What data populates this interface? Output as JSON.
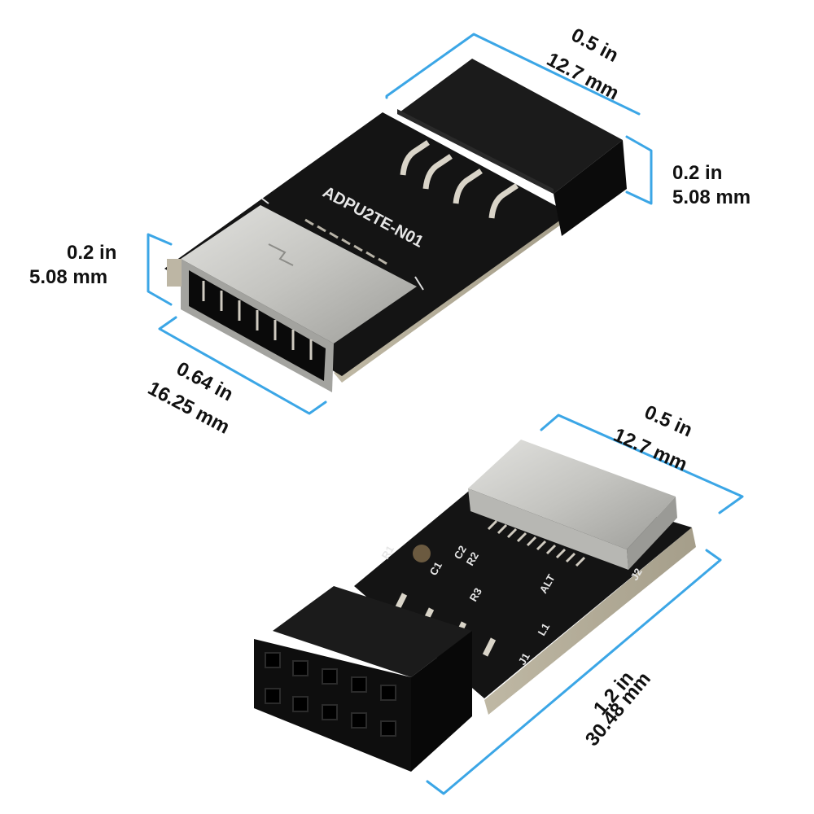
{
  "product": {
    "top_view": {
      "pcb_silkscreen": "ADPU2TE-N01",
      "dimensions": {
        "header_width": {
          "inches": "0.5 in",
          "mm": "12.7 mm"
        },
        "header_height": {
          "inches": "0.2 in",
          "mm": "5.08 mm"
        },
        "port_height": {
          "inches": "0.2 in",
          "mm": "5.08 mm"
        },
        "port_width": {
          "inches": "0.64 in",
          "mm": "16.25 mm"
        }
      }
    },
    "bottom_view": {
      "silkscreen_labels": [
        "R1",
        "C2",
        "R2",
        "C1",
        "R3",
        "ALT",
        "L1",
        "J1",
        "J2"
      ],
      "dimensions": {
        "port_width": {
          "inches": "0.5 in",
          "mm": "12.7 mm"
        },
        "board_length": {
          "inches": "1.2 in",
          "mm": "30.48 mm"
        }
      }
    }
  },
  "colors": {
    "dimension_line": "#3ba6e6",
    "pcb": "#141414",
    "header": "#0c0c0c",
    "metal_shell": "#c9c9c6",
    "pins": "#d9d4c8",
    "label_text": "#111111"
  }
}
